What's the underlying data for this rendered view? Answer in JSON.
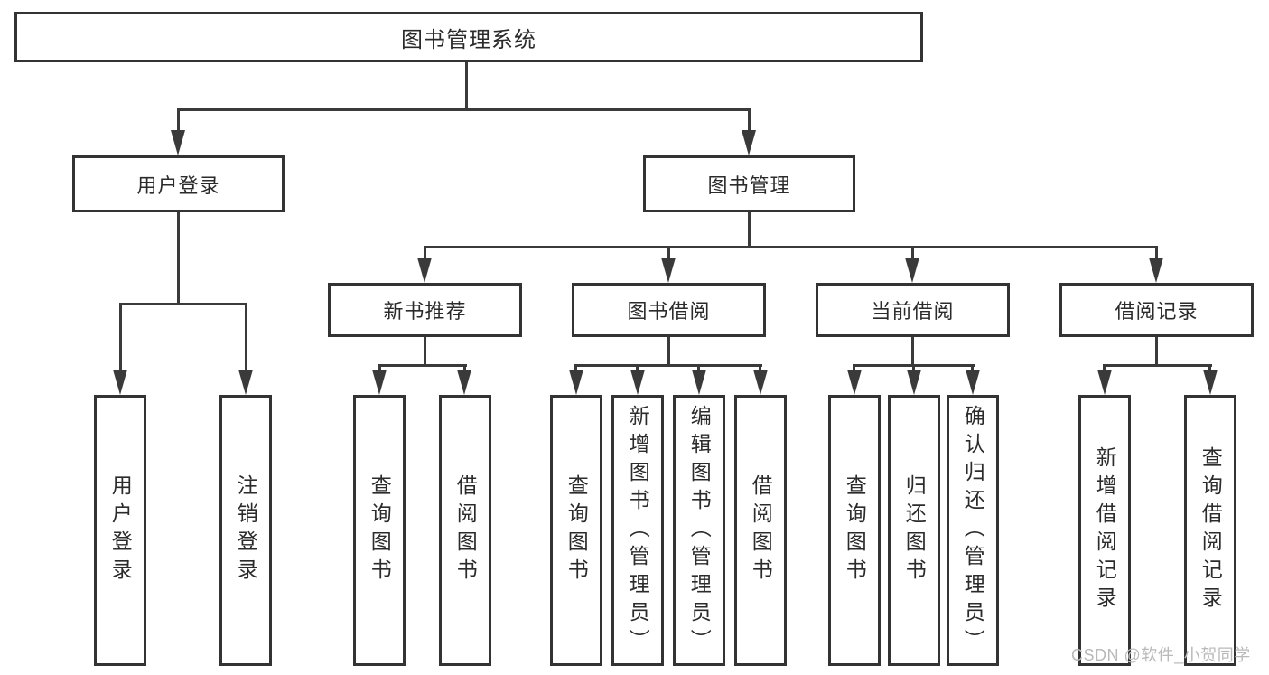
{
  "diagram": {
    "root": {
      "label": "图书管理系统"
    },
    "level2": {
      "user_login": {
        "label": "用户登录"
      },
      "book_mgmt": {
        "label": "图书管理"
      }
    },
    "level3": {
      "new_books": {
        "label": "新书推荐"
      },
      "book_borrow": {
        "label": "图书借阅"
      },
      "current_borrow": {
        "label": "当前借阅"
      },
      "borrow_records": {
        "label": "借阅记录"
      }
    },
    "leaves": {
      "user_login": [
        "用户登录",
        "注销登录"
      ],
      "new_books": [
        "查询图书",
        "借阅图书"
      ],
      "book_borrow": [
        "查询图书",
        "新增图书（管理员）",
        "编辑图书（管理员）",
        "借阅图书"
      ],
      "current_borrow": [
        "查询图书",
        "归还图书",
        "确认归还（管理员）"
      ],
      "borrow_records": [
        "新增借阅记录",
        "查询借阅记录"
      ]
    }
  },
  "watermark": {
    "text": "CSDN @软件_小贺同学",
    "color": "#b9b9b9"
  },
  "colors": {
    "line": "#3a3a3a",
    "box_border": "#333333",
    "text": "#2b2b2b",
    "background": "#ffffff"
  }
}
